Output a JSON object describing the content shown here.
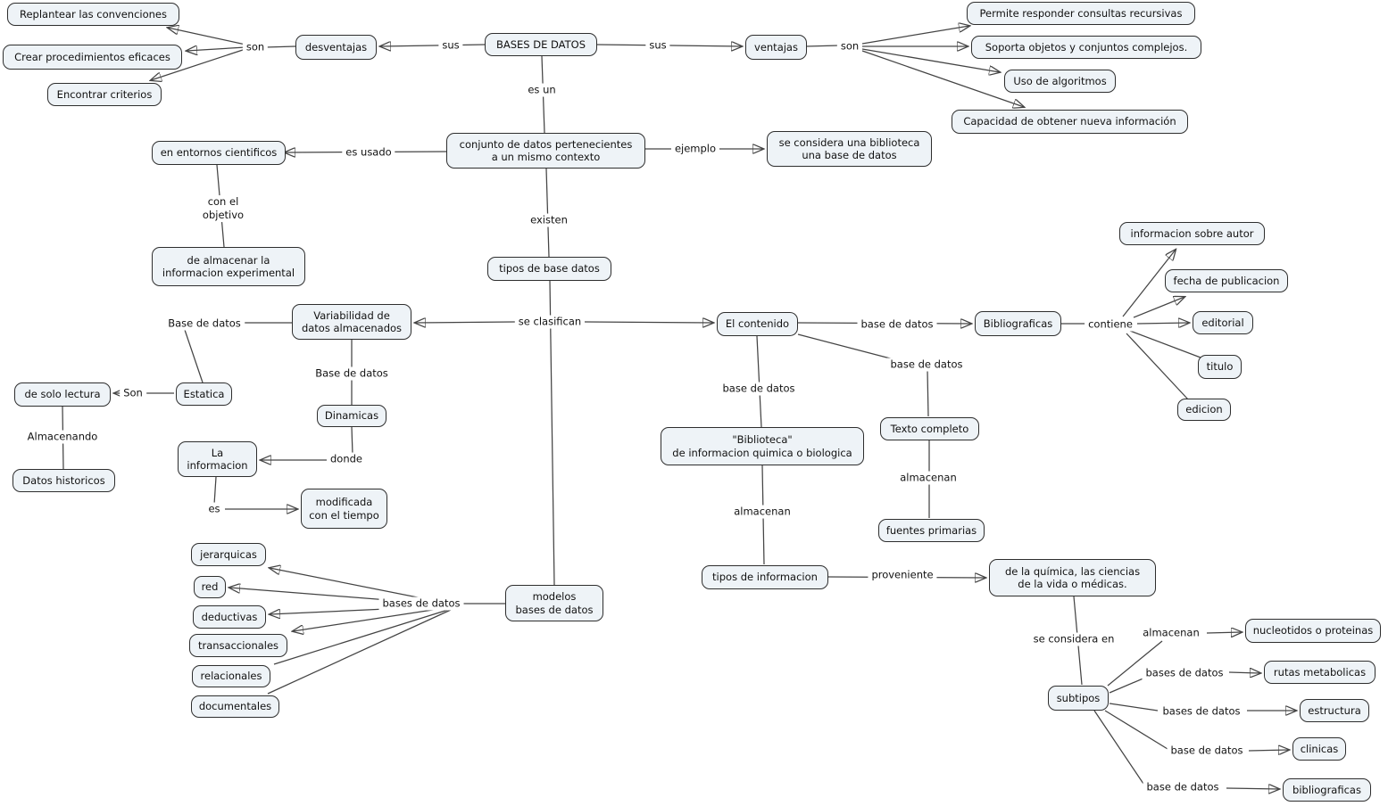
{
  "diagram_title": "BASES DE DATOS",
  "colors": {
    "node_fill": "#eef3f7",
    "node_border": "#2e2e2e",
    "line": "#444444",
    "text": "#111111",
    "background": "#ffffff"
  },
  "nodes": {
    "replantear": "Replantear las convenciones",
    "crear": "Crear procedimientos eficaces",
    "encontrar": "Encontrar criterios",
    "desventajas": "desventajas",
    "root": "BASES DE DATOS",
    "ventajas": "ventajas",
    "permite": "Permite responder consultas recursivas",
    "soporta": "Soporta objetos y conjuntos complejos.",
    "uso": "Uso de algoritmos",
    "capacidad": "Capacidad de obtener nueva información",
    "entornos": "en entornos cientificos",
    "conjunto": "conjunto de  datos pertenecientes\na un mismo contexto",
    "considera": "se considera una biblioteca\nuna base de datos",
    "almacenar": "de almacenar la\ninformacion experimental",
    "tipos": "tipos de base datos",
    "variabilidad": "Variabilidad de\ndatos almacenados",
    "contenido": "El contenido",
    "bibliograficas": "Bibliograficas",
    "infoautor": "informacion sobre autor",
    "fechapub": "fecha de publicacion",
    "editorial": "editorial",
    "titulo": "titulo",
    "edicion": "edicion",
    "sololectura": "de solo lectura",
    "estatica": "Estatica",
    "historicos": "Datos historicos",
    "dinamicas": "Dinamicas",
    "lainformacion": "La\ninformacion",
    "modificada": "modificada\ncon el tiempo",
    "modelos": "modelos\nbases de datos",
    "jerarquicas": "jerarquicas",
    "red": "red",
    "deductivas": "deductivas",
    "transaccionales": "transaccionales",
    "relacionales": "relacionales",
    "documentales": "documentales",
    "bibliotecabox": "\"Biblioteca\"\nde informacion quimica o biologica",
    "textocompleto": "Texto completo",
    "fuentes": "fuentes primarias",
    "tiposinfo": "tipos de informacion",
    "quimica": "de la química, las ciencias\nde la vida o médicas.",
    "subtipos": "subtipos",
    "nucleotidos": "nucleotidos o proteinas",
    "rutas": "rutas metabolicas",
    "estructura": "estructura",
    "clinicas": "clinicas",
    "bibliograficas2": "bibliograficas"
  },
  "links": {
    "son1": "son",
    "sus1": "sus",
    "sus2": "sus",
    "son2": "son",
    "esun": "es un",
    "esusado": "es usado",
    "ejemplo": "ejemplo",
    "conelobjetivo": "con el\nobjetivo",
    "existen": "existen",
    "seclasifican": "se clasifican",
    "bdd_l1": "Base de datos",
    "bdd_l2": "Base de datos",
    "son3": "Son",
    "almacenando": "Almacenando",
    "donde": "donde",
    "es": "es",
    "bdd_c": "bases de datos",
    "bdd_r1": "base de datos",
    "contiene": "contiene",
    "bdd_r2": "base de datos",
    "bdd_r3": "base de datos",
    "almacenan_r2": "almacenan",
    "almacenan_r3": "almacenan",
    "proveniente": "proveniente",
    "seconsideraen": "se considera en",
    "almacenan_s1": "almacenan",
    "bdd_s2": "bases de datos",
    "bdd_s3": "bases de datos",
    "bdd_s4": "base de datos",
    "bdd_s5": "base de datos"
  },
  "edges": [
    {
      "from": "root",
      "label": "sus",
      "to": [
        "desventajas"
      ]
    },
    {
      "from": "desventajas",
      "label": "son",
      "to": [
        "replantear",
        "crear",
        "encontrar"
      ]
    },
    {
      "from": "root",
      "label": "sus",
      "to": [
        "ventajas"
      ]
    },
    {
      "from": "ventajas",
      "label": "son",
      "to": [
        "permite",
        "soporta",
        "uso",
        "capacidad"
      ]
    },
    {
      "from": "root",
      "label": "es un",
      "to": [
        "conjunto"
      ]
    },
    {
      "from": "conjunto",
      "label": "es usado",
      "to": [
        "entornos"
      ]
    },
    {
      "from": "conjunto",
      "label": "ejemplo",
      "to": [
        "considera"
      ]
    },
    {
      "from": "entornos",
      "label": "con el objetivo",
      "to": [
        "almacenar"
      ]
    },
    {
      "from": "conjunto",
      "label": "existen",
      "to": [
        "tipos"
      ]
    },
    {
      "from": "tipos",
      "label": "se clasifican",
      "to": [
        "variabilidad",
        "contenido",
        "modelos"
      ]
    },
    {
      "from": "variabilidad",
      "label": "Base de datos",
      "to": [
        "estatica"
      ]
    },
    {
      "from": "estatica",
      "label": "Son",
      "to": [
        "sololectura"
      ]
    },
    {
      "from": "sololectura",
      "label": "Almacenando",
      "to": [
        "historicos"
      ]
    },
    {
      "from": "variabilidad",
      "label": "Base de datos",
      "to": [
        "dinamicas"
      ]
    },
    {
      "from": "dinamicas",
      "label": "donde",
      "to": [
        "lainformacion"
      ]
    },
    {
      "from": "lainformacion",
      "label": "es",
      "to": [
        "modificada"
      ]
    },
    {
      "from": "modelos",
      "label": "bases de datos",
      "to": [
        "jerarquicas",
        "red",
        "deductivas",
        "transaccionales",
        "relacionales",
        "documentales"
      ]
    },
    {
      "from": "contenido",
      "label": "base de datos",
      "to": [
        "bibliograficas"
      ]
    },
    {
      "from": "bibliograficas",
      "label": "contiene",
      "to": [
        "infoautor",
        "fechapub",
        "editorial",
        "titulo",
        "edicion"
      ]
    },
    {
      "from": "contenido",
      "label": "base de datos",
      "to": [
        "bibliotecabox"
      ]
    },
    {
      "from": "contenido",
      "label": "base de datos",
      "to": [
        "textocompleto"
      ]
    },
    {
      "from": "bibliotecabox",
      "label": "almacenan",
      "to": [
        "tiposinfo"
      ]
    },
    {
      "from": "textocompleto",
      "label": "almacenan",
      "to": [
        "fuentes"
      ]
    },
    {
      "from": "tiposinfo",
      "label": "proveniente",
      "to": [
        "quimica"
      ]
    },
    {
      "from": "quimica",
      "label": "se considera en",
      "to": [
        "subtipos"
      ]
    },
    {
      "from": "subtipos",
      "label": "almacenan",
      "to": [
        "nucleotidos"
      ]
    },
    {
      "from": "subtipos",
      "label": "bases de datos",
      "to": [
        "rutas"
      ]
    },
    {
      "from": "subtipos",
      "label": "bases de datos",
      "to": [
        "estructura"
      ]
    },
    {
      "from": "subtipos",
      "label": "base de datos",
      "to": [
        "clinicas"
      ]
    },
    {
      "from": "subtipos",
      "label": "base de datos",
      "to": [
        "bibliograficas2"
      ]
    }
  ]
}
